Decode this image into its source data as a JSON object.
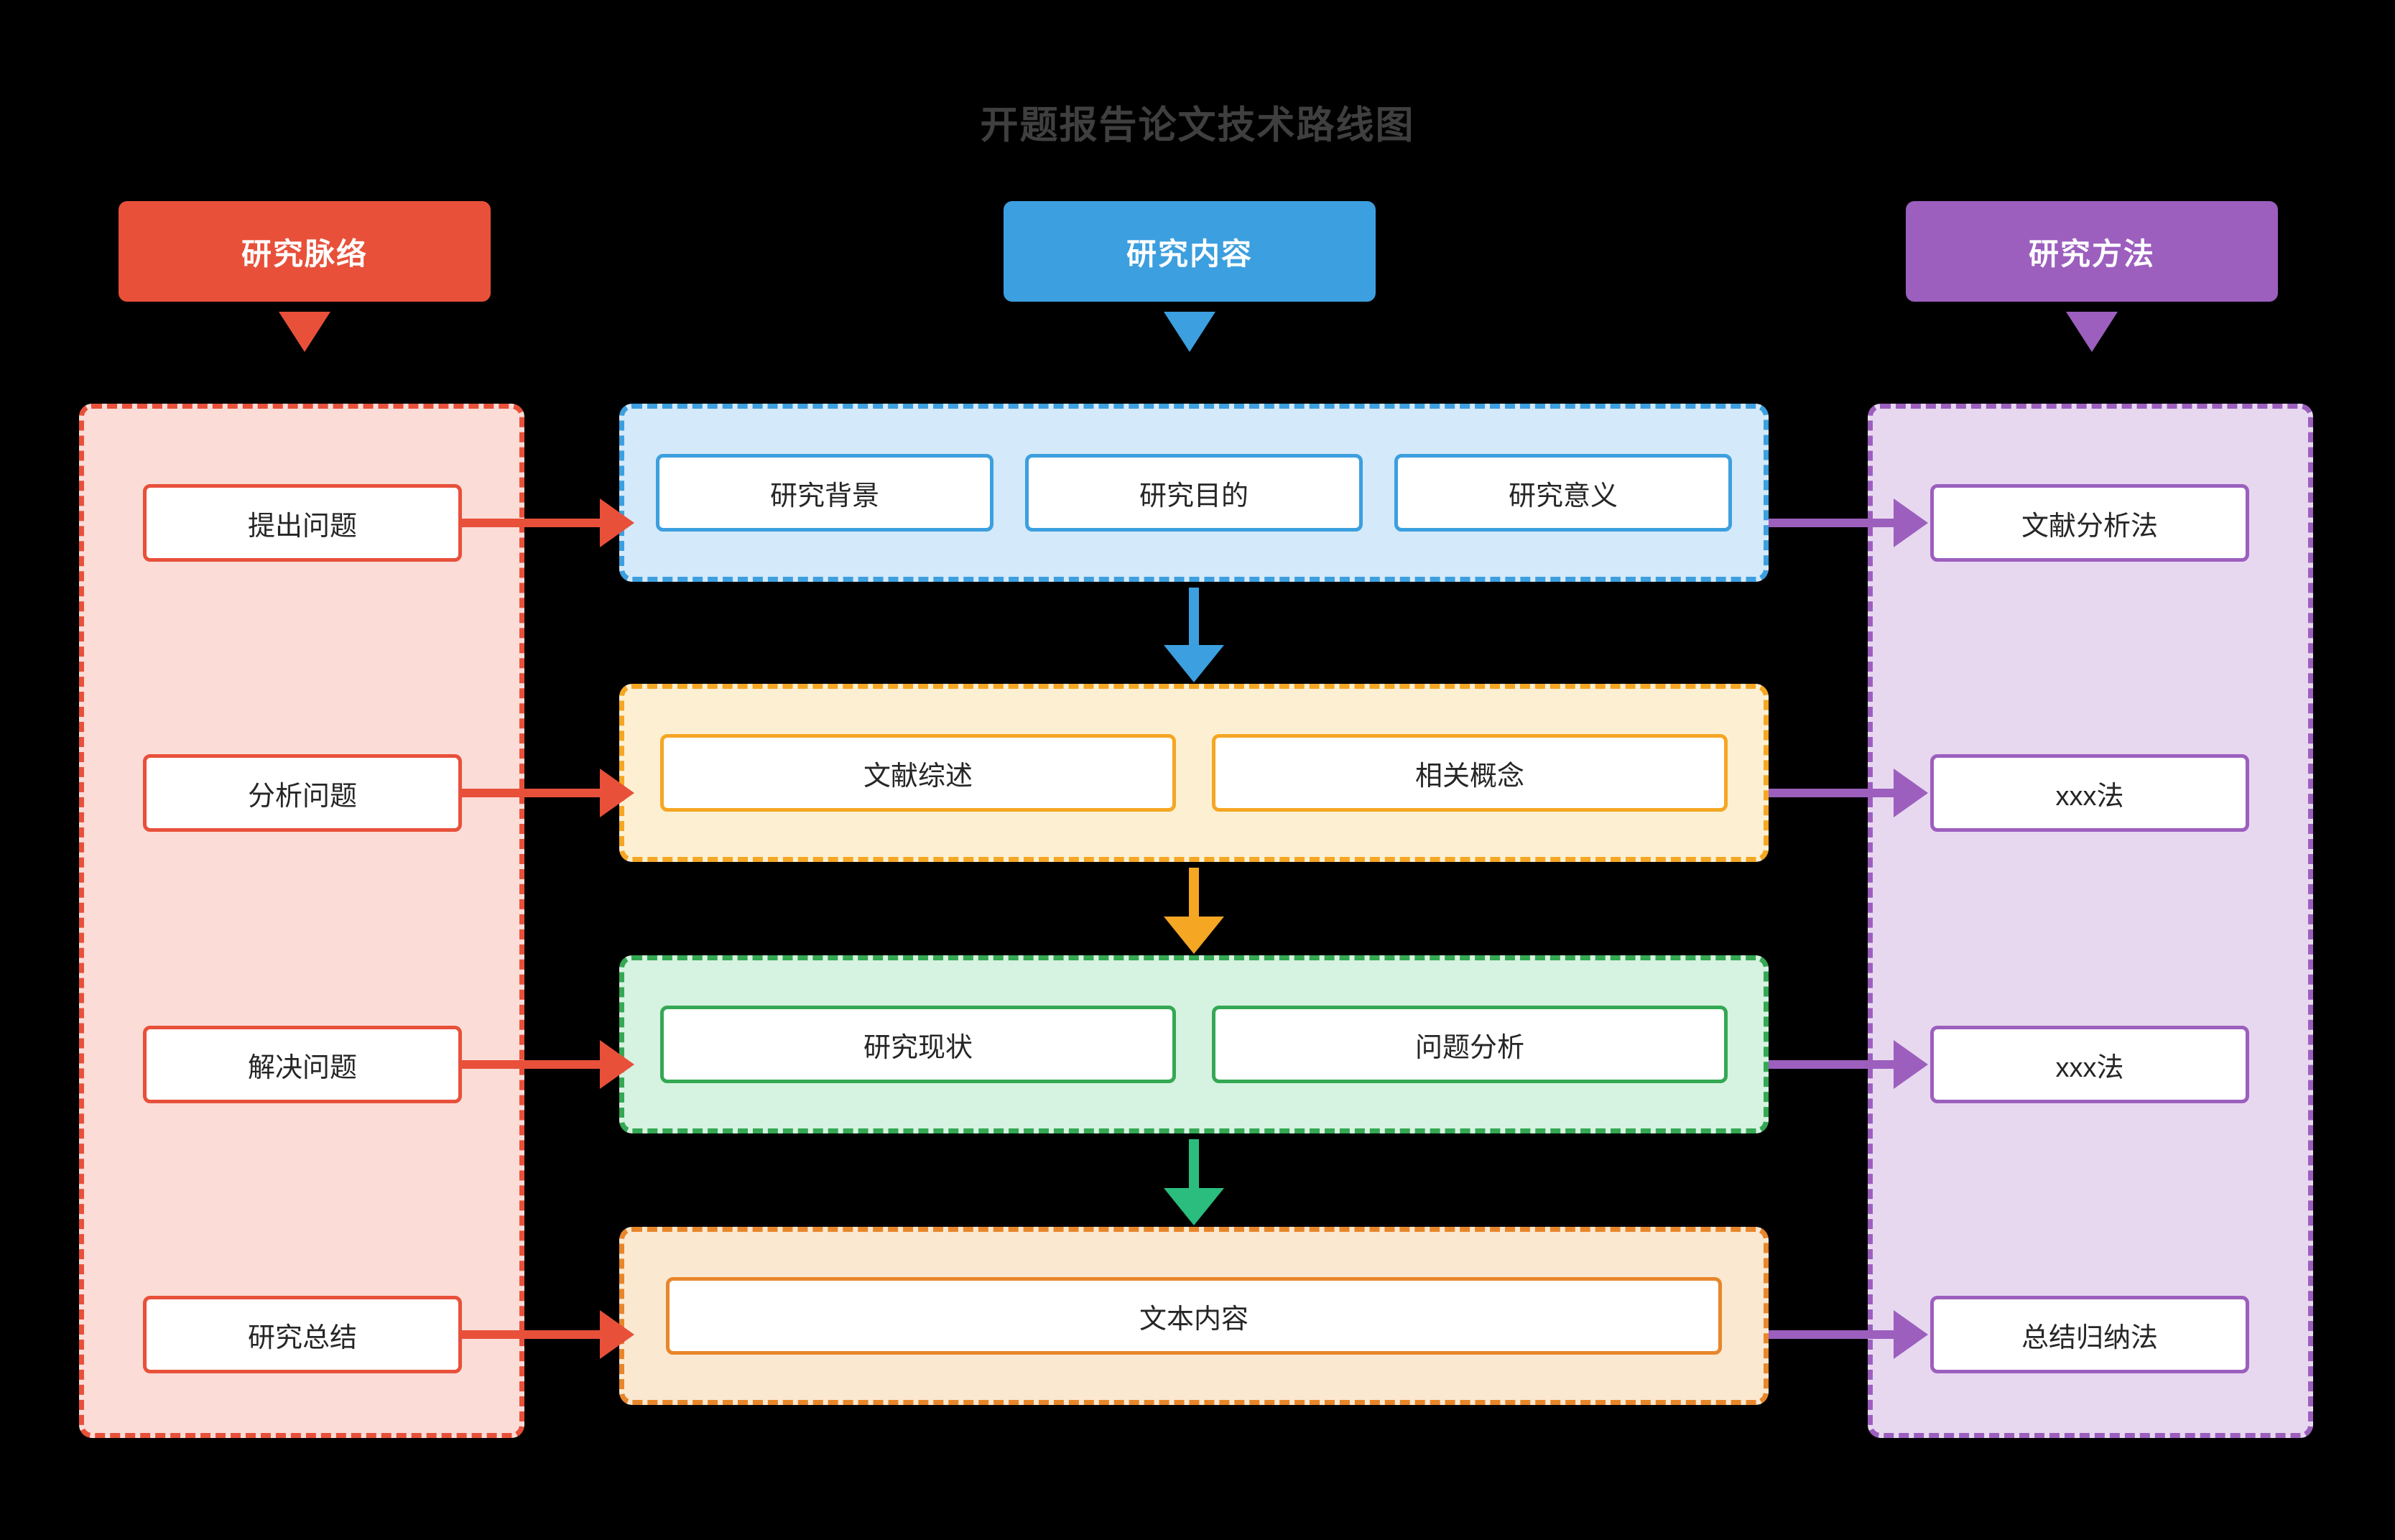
{
  "title": "开题报告论文技术路线图",
  "columns": {
    "left": {
      "header": "研究脉络",
      "color": "#e8503a",
      "fill": "#fbdcd7"
    },
    "center": {
      "header": "研究内容",
      "color": "#3c9fdf",
      "fill": "#d4e9f9"
    },
    "right": {
      "header": "研究方法",
      "color": "#9c5fbe",
      "fill": "#e7d8ef"
    }
  },
  "left_items": [
    {
      "label": "提出问题"
    },
    {
      "label": "分析问题"
    },
    {
      "label": "解决问题"
    },
    {
      "label": "研究总结"
    }
  ],
  "center_rows": [
    {
      "accent": "#3c9fdf",
      "fill": "#d4e9f9",
      "items": [
        "研究背景",
        "研究目的",
        "研究意义"
      ]
    },
    {
      "accent": "#f5a623",
      "fill": "#fdf0d2",
      "items": [
        "文献综述",
        "相关概念"
      ]
    },
    {
      "accent": "#34a853",
      "fill": "#d6f2e0",
      "items": [
        "研究现状",
        "问题分析"
      ]
    },
    {
      "accent": "#e8862b",
      "fill": "#fbe8d1",
      "items": [
        "文本内容"
      ]
    }
  ],
  "right_items": [
    {
      "label": "文献分析法"
    },
    {
      "label": "xxx法"
    },
    {
      "label": "xxx法"
    },
    {
      "label": "总结归纳法"
    }
  ],
  "arrows": {
    "left_to_center": {
      "color": "#e8503a",
      "direction": "right",
      "count": 4
    },
    "center_to_right": {
      "color": "#9c5fbe",
      "direction": "right",
      "count": 4
    },
    "center_vertical": [
      {
        "color": "#3c9fdf",
        "direction": "down"
      },
      {
        "color": "#f5a623",
        "direction": "down"
      },
      {
        "color": "#2bbd7e",
        "direction": "down"
      }
    ],
    "header_down": [
      {
        "color": "#e8503a"
      },
      {
        "color": "#3c9fdf"
      },
      {
        "color": "#9c5fbe"
      }
    ]
  }
}
